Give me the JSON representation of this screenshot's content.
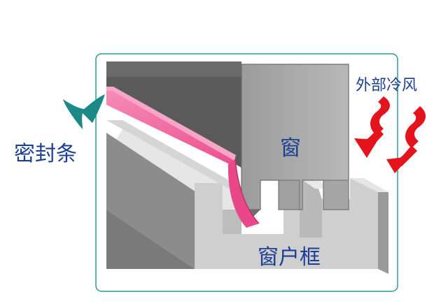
{
  "labels": {
    "seal_strip": "密封条",
    "window": "窗",
    "window_frame": "窗户框",
    "outside_cold_air": "外部冷风"
  },
  "colors": {
    "label_text": "#1c3f95",
    "border": "#2a9b8e",
    "teal_arrow": "#1b8a86",
    "seal": "#f06aa0",
    "seal_dark": "#d62f74",
    "red_arrow": "#e3141c",
    "frame_face": "#8f8f8f",
    "frame_top": "#d8d8d8",
    "window_body": "#a9a9a9"
  },
  "icons": [
    "curved-arrow-icon",
    "wavy-red-arrow-icon"
  ]
}
